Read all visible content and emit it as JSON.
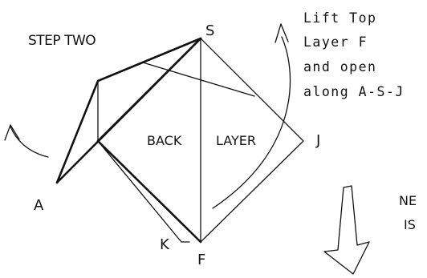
{
  "title": "STEP TWO",
  "instruction_lines": [
    "Lift Top",
    "Layer F",
    "and open",
    "along A-S-J"
  ],
  "points": {
    "S": "S",
    "A": "A",
    "J": "J",
    "F": "F",
    "K": "K"
  },
  "regions": {
    "back": "BACK",
    "layer": "LAYER"
  },
  "next_label_lines": [
    "NE",
    "IS"
  ],
  "colors": {
    "ink": "#111111",
    "background": "#ffffff"
  }
}
